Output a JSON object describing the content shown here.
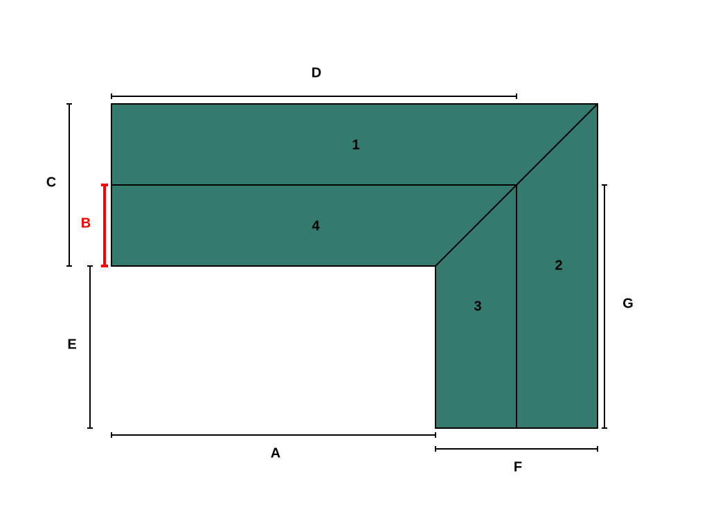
{
  "colors": {
    "fill": "#357a6f",
    "stroke": "#000000",
    "highlight": "#ff0000"
  },
  "sections": [
    {
      "id": "section-1",
      "label": "1"
    },
    {
      "id": "section-2",
      "label": "2"
    },
    {
      "id": "section-3",
      "label": "3"
    },
    {
      "id": "section-4",
      "label": "4"
    }
  ],
  "dimensions": {
    "A": "A",
    "B": "B",
    "C": "C",
    "D": "D",
    "E": "E",
    "F": "F",
    "G": "G"
  }
}
